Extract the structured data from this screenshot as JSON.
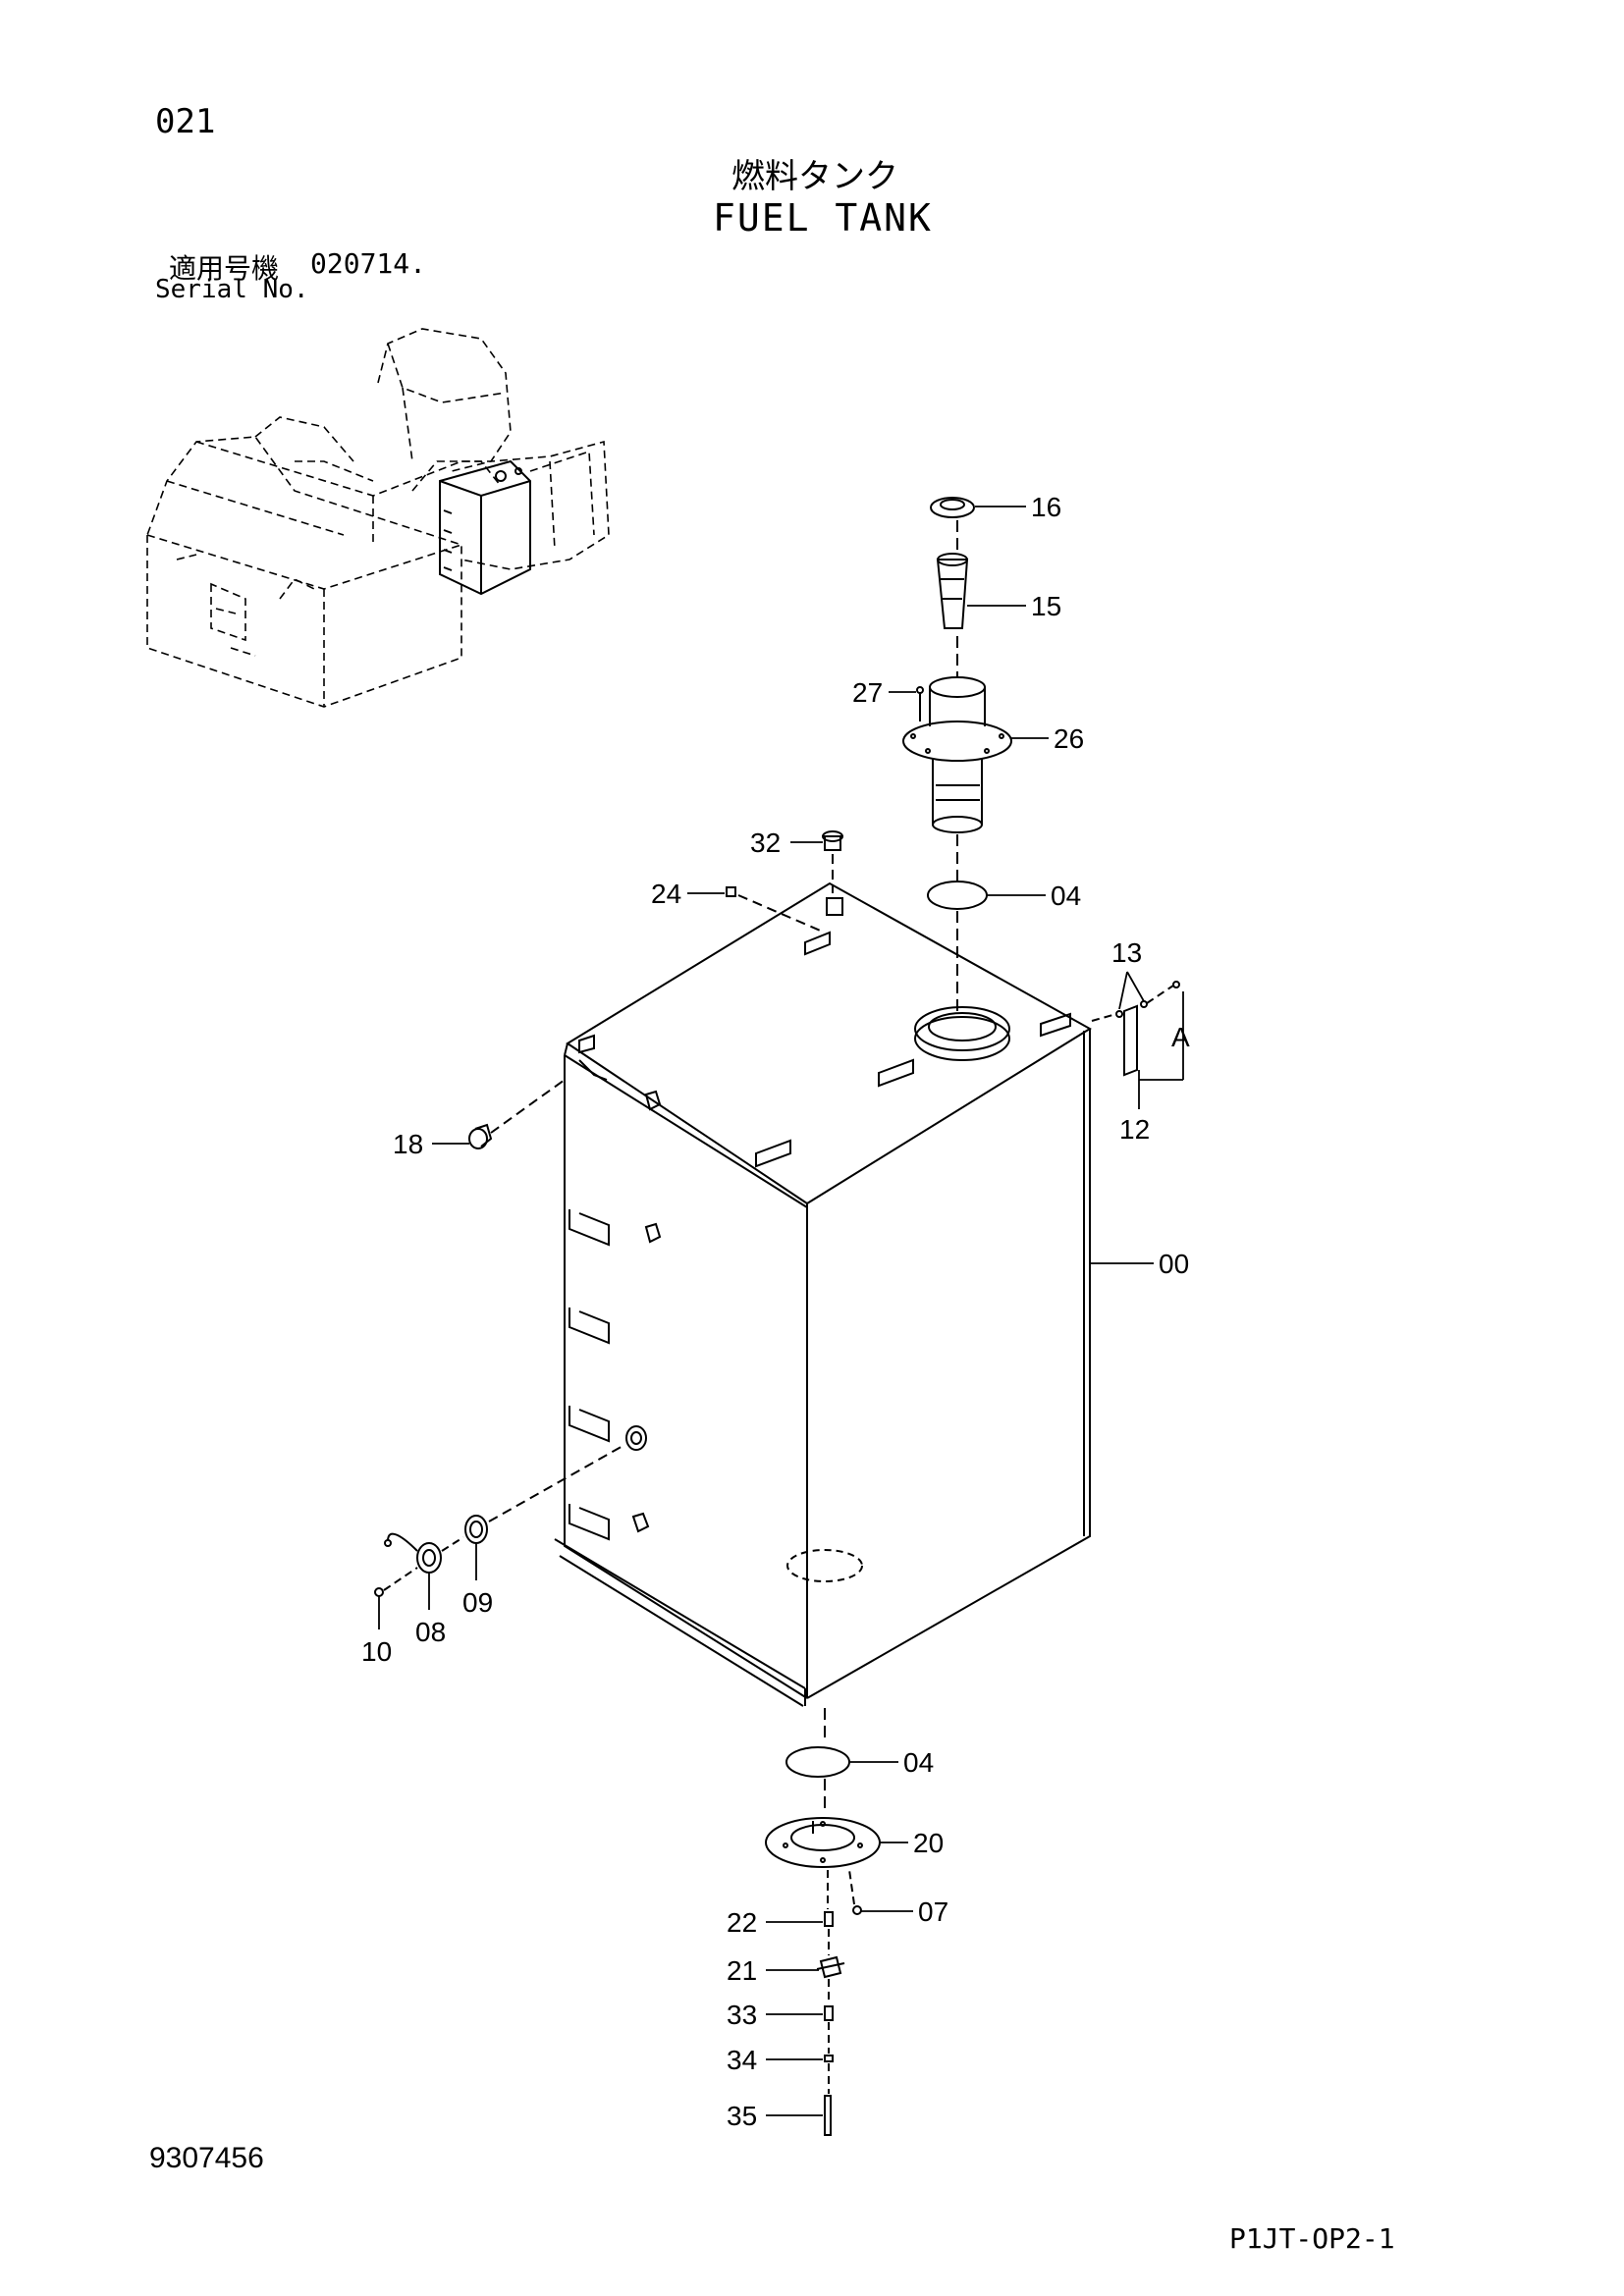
{
  "header": {
    "page_no": "021",
    "title_jp": "燃料タンク",
    "title_en": "FUEL TANK",
    "serial_label_jp": "適用号機",
    "serial_value": "020714.",
    "serial_label_en": "Serial No."
  },
  "callouts": {
    "c16": "16",
    "c15": "15",
    "c27": "27",
    "c26": "26",
    "c32": "32",
    "c24": "24",
    "c04a": "04",
    "c13": "13",
    "cA": "A",
    "c12": "12",
    "c18": "18",
    "c00": "00",
    "c10": "10",
    "c08": "08",
    "c09": "09",
    "c04b": "04",
    "c20": "20",
    "c22": "22",
    "c07": "07",
    "c21": "21",
    "c33": "33",
    "c34": "34",
    "c35": "35"
  },
  "footer": {
    "doc_no": "9307456",
    "sheet_id": "P1JT-OP2-1"
  }
}
